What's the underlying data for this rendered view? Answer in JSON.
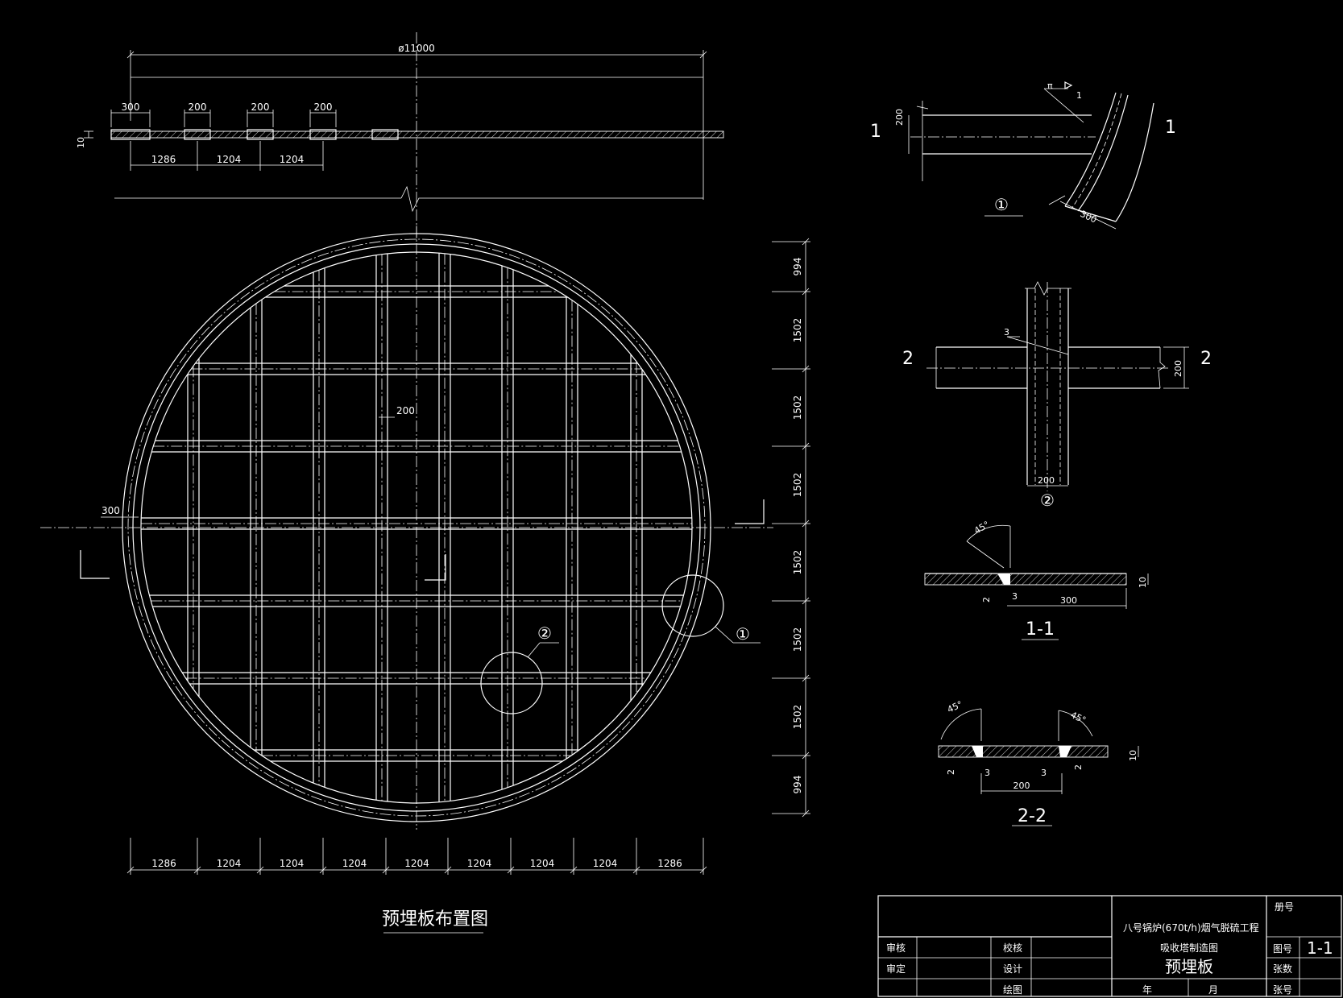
{
  "plan": {
    "title": "预埋板布置图",
    "overall_dim": "ø11000",
    "top_dims": [
      "300",
      "200",
      "200",
      "200"
    ],
    "section_dims": [
      "1286",
      "1204",
      "1204"
    ],
    "thickness": "10",
    "bar_width": "200",
    "ring_width": "300",
    "bottom_dims": [
      "1286",
      "1204",
      "1204",
      "1204",
      "1204",
      "1204",
      "1204",
      "1204",
      "1286"
    ],
    "right_dims": [
      "994",
      "1502",
      "1502",
      "1502",
      "1502",
      "1502",
      "1502",
      "994"
    ],
    "callout_1": "①",
    "callout_2": "②"
  },
  "detail1": {
    "label": "①",
    "sec": "1",
    "dim_200": "200",
    "dim_300": "300",
    "weld": "1",
    "mark": "π"
  },
  "detail2": {
    "label": "②",
    "sec": "2",
    "dim_200_a": "200",
    "dim_200_b": "200",
    "weld": "3"
  },
  "section11": {
    "label": "1-1",
    "angle": "45°",
    "dim_300": "300",
    "dim_3": "3",
    "dim_2": "2",
    "dim_10": "10"
  },
  "section22": {
    "label": "2-2",
    "angle_l": "45°",
    "angle_r": "45°",
    "dim_200": "200",
    "dim_3a": "3",
    "dim_3b": "3",
    "dim_2a": "2",
    "dim_2b": "2",
    "dim_10": "10"
  },
  "title_block": {
    "volume_label": "册号",
    "project": "八号锅炉(670t/h)烟气脱硫工程",
    "review": "审核",
    "check": "校核",
    "approve": "审定",
    "design": "设计",
    "draw": "绘图",
    "drawing_type": "吸收塔制造图",
    "drawing_name": "预埋板",
    "year": "年",
    "month": "月",
    "drawing_no_label": "图号",
    "drawing_no": "1-1",
    "sheets_label": "张数",
    "sheet_no_label": "张号"
  }
}
